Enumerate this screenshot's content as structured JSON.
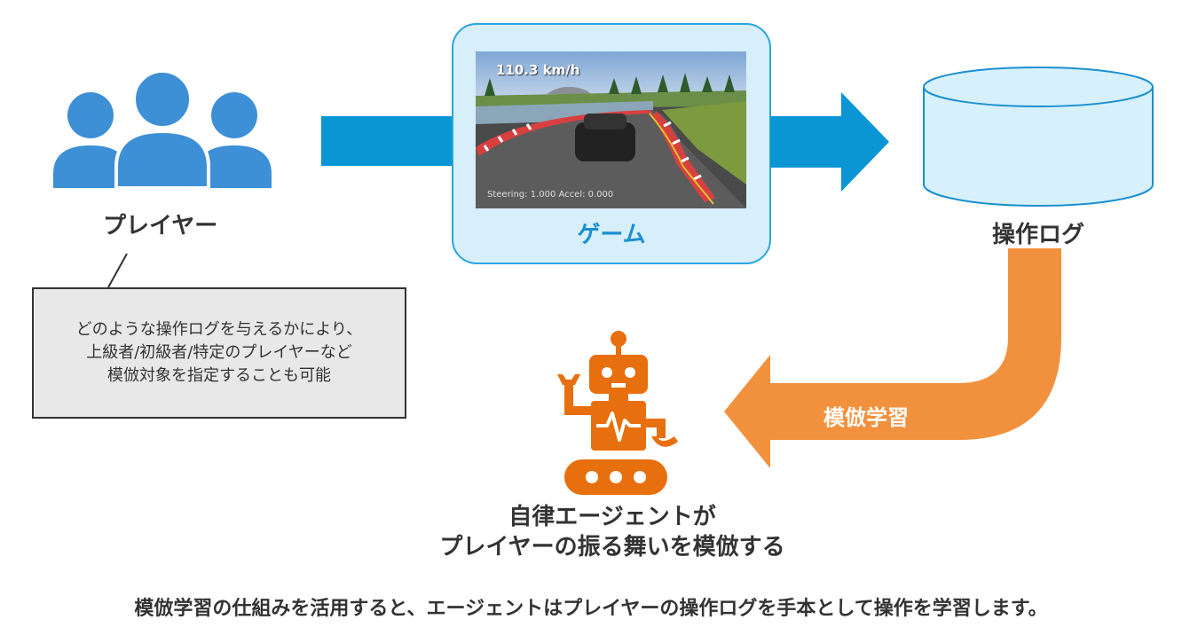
{
  "player": {
    "label": "プレイヤー"
  },
  "note": {
    "lines": [
      "どのような操作ログを与えるかにより、",
      "上級者/初級者/特定のプレイヤーなど",
      "模倣対象を指定することも可能"
    ]
  },
  "game": {
    "label": "ゲーム",
    "hud_speed": "110.3 km/h",
    "hud_controls": "Steering: 1.000  Accel: 0.000"
  },
  "log": {
    "label": "操作ログ"
  },
  "learning": {
    "label": "模倣学習"
  },
  "agent": {
    "line1": "自律エージェントが",
    "line2": "プレイヤーの振る舞いを模倣する"
  },
  "caption": "模倣学習の仕組みを活用すると、エージェントはプレイヤーの操作ログを手本として操作を学習します。",
  "colors": {
    "blue_arrow": "#0a96d4",
    "orange": "#f2913d",
    "robot": "#e86f0d",
    "people": "#3d8fd6",
    "cylinder_fill": "#d6f1fc",
    "cylinder_stroke": "#1b8fd1"
  }
}
